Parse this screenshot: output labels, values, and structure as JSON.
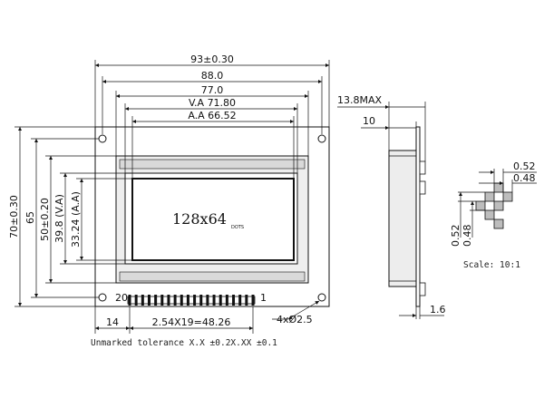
{
  "front_view": {
    "dims": {
      "outline_width": "93±0.30",
      "pcb_hole_span": "88.0",
      "bezel_width": "77.0",
      "view_area_width": "V.A 71.80",
      "active_area_width": "A.A 66.52",
      "outline_height": "70±0.30",
      "hole_span_height": "65",
      "bezel_height": "50±0.20",
      "view_area_height": "39.8 (V.A)",
      "active_area_height": "33.24 (A.A)",
      "pin_offset": "14",
      "pin_pitch": "2.54X19=48.26",
      "mount_hole": "4xØ2.5"
    },
    "pin_label_left": "20",
    "pin_label_right": "1",
    "display_text": "128x64",
    "display_subtext": "DOTS"
  },
  "side_view": {
    "max_thickness": "13.8MAX",
    "module_thickness": "10",
    "pcb_thickness": "1.6"
  },
  "detail_view": {
    "pixel_w": "0.52",
    "pitch_w": "0.48",
    "pixel_h": "0.52",
    "pitch_h": "0.48",
    "scale": "Scale: 10:1"
  },
  "tolerance_note": "Unmarked tolerance  X.X  ±0.2X.XX  ±0.1"
}
